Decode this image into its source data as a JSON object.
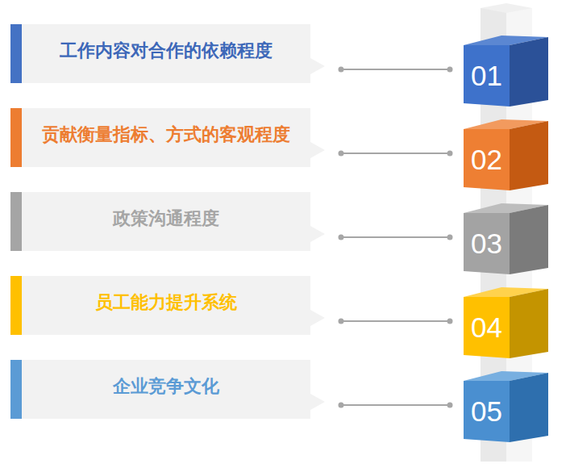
{
  "diagram": {
    "nodes": [
      {
        "text": [
          "工作内容对合作的依赖程度"
        ]
      },
      {
        "text": [
          "01"
        ]
      },
      {
        "text": [
          "贡献衡量指标、方式的客观程度"
        ]
      },
      {
        "text": [
          "02"
        ]
      },
      {
        "text": [
          "政策沟通程度"
        ]
      },
      {
        "text": [
          "03"
        ]
      },
      {
        "text": [
          "员工能力提升系统"
        ]
      },
      {
        "text": [
          "04"
        ]
      },
      {
        "text": [
          "企业竞争文化"
        ]
      },
      {
        "text": [
          "05"
        ]
      }
    ],
    "edges": [
      {
        "from": 0,
        "to": 1,
        "arrow": "none"
      },
      {
        "from": 2,
        "to": 3,
        "arrow": "none"
      },
      {
        "from": 4,
        "to": 5,
        "arrow": "none"
      },
      {
        "from": 6,
        "to": 7,
        "arrow": "none"
      },
      {
        "from": 8,
        "to": 9,
        "arrow": "none"
      }
    ]
  }
}
